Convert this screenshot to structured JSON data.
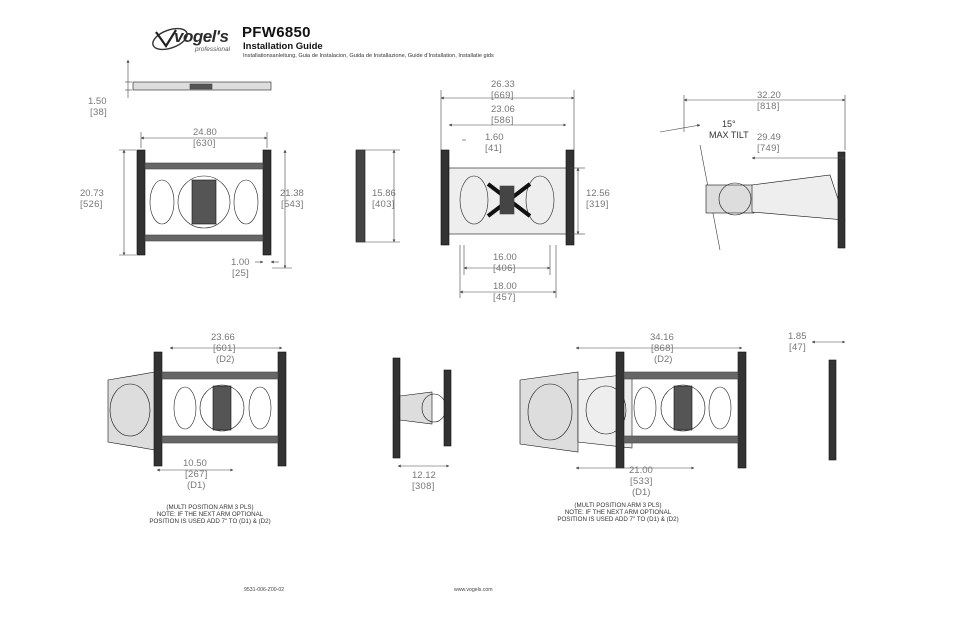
{
  "header": {
    "brand": "vogel's",
    "brand_tag": "professional",
    "model": "PFW6850",
    "guide_title": "Installation Guide",
    "languages": "Installationsanleitung, Guia de Instalacion, Guida de Installazione, Guide d'Installation, Installatie gids"
  },
  "dimensions": {
    "d_depth": {
      "in": "1.50",
      "mm": "[38]"
    },
    "d_front_width": {
      "in": "24.80",
      "mm": "[630]"
    },
    "d_front_height_left": {
      "in": "20.73",
      "mm": "[526]"
    },
    "d_front_height_right": {
      "in": "21.38",
      "mm": "[543]"
    },
    "d_front_offset": {
      "in": "1.00",
      "mm": "[25]"
    },
    "d_side_height": {
      "in": "15.86",
      "mm": "[403]"
    },
    "d_plate_outer": {
      "in": "26.33",
      "mm": "[669]"
    },
    "d_plate_inner": {
      "in": "23.06",
      "mm": "[586]"
    },
    "d_plate_small": {
      "in": "1.60",
      "mm": "[41]"
    },
    "d_plate_height": {
      "in": "12.56",
      "mm": "[319]"
    },
    "d_holes_16": {
      "in": "16.00",
      "mm": "[406]"
    },
    "d_holes_18": {
      "in": "18.00",
      "mm": "[457]"
    },
    "d_ext_max": {
      "in": "32.20",
      "mm": "[818]"
    },
    "d_ext_arm": {
      "in": "29.49",
      "mm": "[749]"
    },
    "d_tilt": {
      "line1": "15°",
      "line2": "MAX TILT"
    },
    "d_single_d2": {
      "in": "23.66",
      "mm": "[601]",
      "tag": "(D2)"
    },
    "d_single_d1": {
      "in": "10.50",
      "mm": "[267]",
      "tag": "(D1)"
    },
    "d_single_side": {
      "in": "12.12",
      "mm": "[308]"
    },
    "d_multi_d2": {
      "in": "34.16",
      "mm": "[868]",
      "tag": "(D2)"
    },
    "d_multi_d1": {
      "in": "21.00",
      "mm": "[533]",
      "tag": "(D1)"
    },
    "d_multi_side": {
      "in": "1.85",
      "mm": "[47]"
    }
  },
  "notes": {
    "left": [
      "(MULTI POSITION ARM 3 PLS)",
      "NOTE: IF THE NEXT ARM OPTIONAL",
      "POSITION IS USED ADD 7\" TO (D1) & (D2)"
    ],
    "right": [
      "(MULTI POSITION ARM 3 PLS)",
      "NOTE: IF THE NEXT ARM OPTIONAL",
      "POSITION IS USED ADD 7\" TO (D1) & (D2)"
    ]
  },
  "footer": {
    "doc_number": "9531-006-Z00-02",
    "website": "www.vogels.com"
  }
}
